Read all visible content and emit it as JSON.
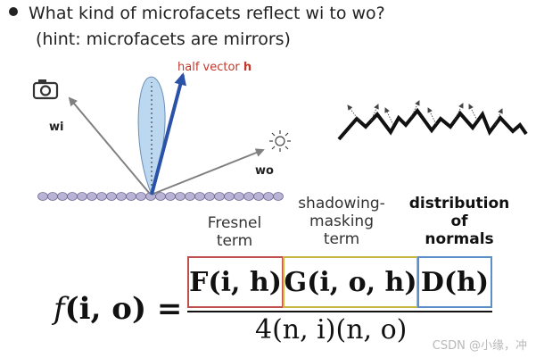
{
  "question": "What kind of microfacets reflect wi to wo?",
  "hint": "(hint: microfacets are mirrors)",
  "labels": {
    "half_vector_prefix": "half vector ",
    "half_vector_h": "h",
    "wi": "wi",
    "wo": "wo"
  },
  "terms": {
    "fresnel": [
      "Fresnel",
      "term"
    ],
    "shadowing": [
      "shadowing-",
      "masking",
      "term"
    ],
    "distribution": [
      "distribution",
      "of",
      "normals"
    ]
  },
  "equation": {
    "f": "f",
    "args": "(i, o) =",
    "F_box": {
      "sym": "F",
      "args": "(i, h)"
    },
    "G_box": {
      "sym": "G",
      "args": "(i, o, h)"
    },
    "D_box": {
      "sym": "D",
      "args": "(h)"
    },
    "denominator": "4(n, i)(n, o)"
  },
  "watermark": "CSDN @小缘，冲",
  "colors": {
    "half_vector_label": "#c0392b",
    "half_vector_arrow": "#2a52a8",
    "lobe_fill": "#bcd8f0",
    "surface": "#b9b3d6",
    "box_F": "#c0504d",
    "box_G": "#c8b640",
    "box_D": "#5b8fc9"
  },
  "icons": [
    "camera-icon",
    "sun-icon"
  ]
}
